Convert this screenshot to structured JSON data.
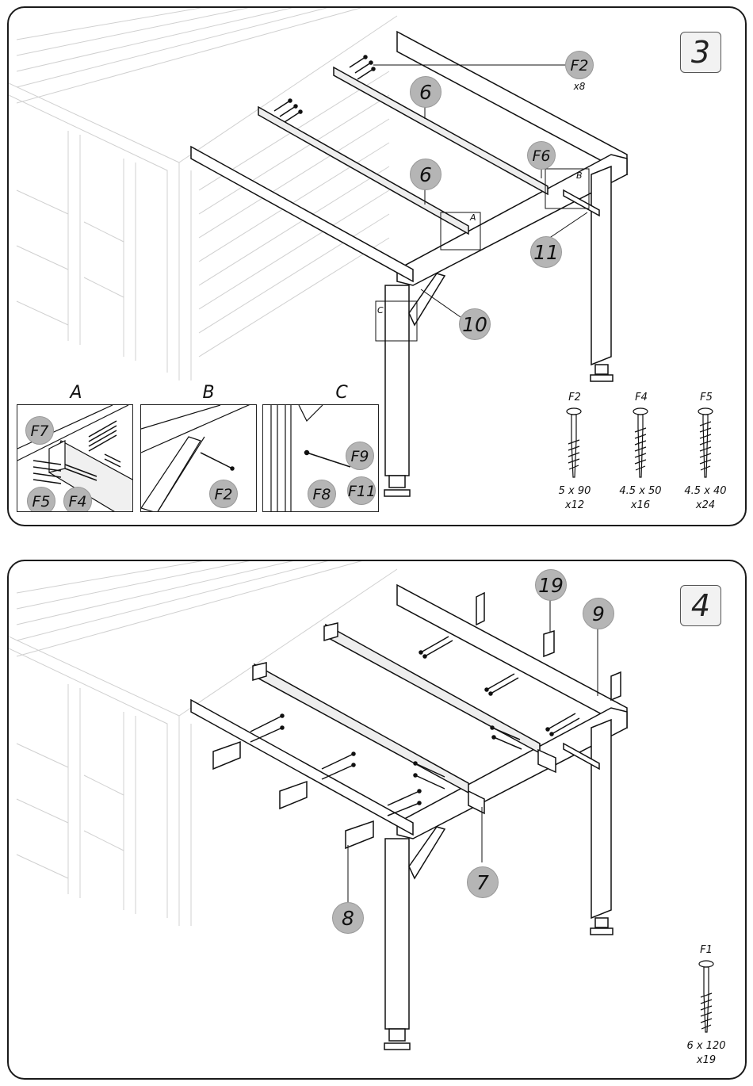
{
  "step3": {
    "step_number": "3",
    "callouts": {
      "f2": "F2",
      "f2_qty": "x8",
      "part6_top": "6",
      "part6_mid": "6",
      "f6": "F6",
      "part11": "11",
      "part10": "10"
    },
    "detail_markers": {
      "a": "A",
      "b": "B",
      "c": "C"
    },
    "insets": [
      {
        "title": "A",
        "labels": [
          "F7",
          "F5",
          "F4"
        ]
      },
      {
        "title": "B",
        "labels": [
          "F2"
        ]
      },
      {
        "title": "C",
        "labels": [
          "F9",
          "F8",
          "F11"
        ]
      }
    ],
    "screws": [
      {
        "code": "F2",
        "size": "5 x 90",
        "qty": "x12"
      },
      {
        "code": "F4",
        "size": "4.5 x 50",
        "qty": "x16"
      },
      {
        "code": "F5",
        "size": "4.5 x 40",
        "qty": "x24"
      }
    ]
  },
  "step4": {
    "step_number": "4",
    "callouts": {
      "part19": "19",
      "part9": "9",
      "part7": "7",
      "part8": "8"
    },
    "screws": [
      {
        "code": "F1",
        "size": "6 x 120",
        "qty": "x19"
      }
    ]
  }
}
